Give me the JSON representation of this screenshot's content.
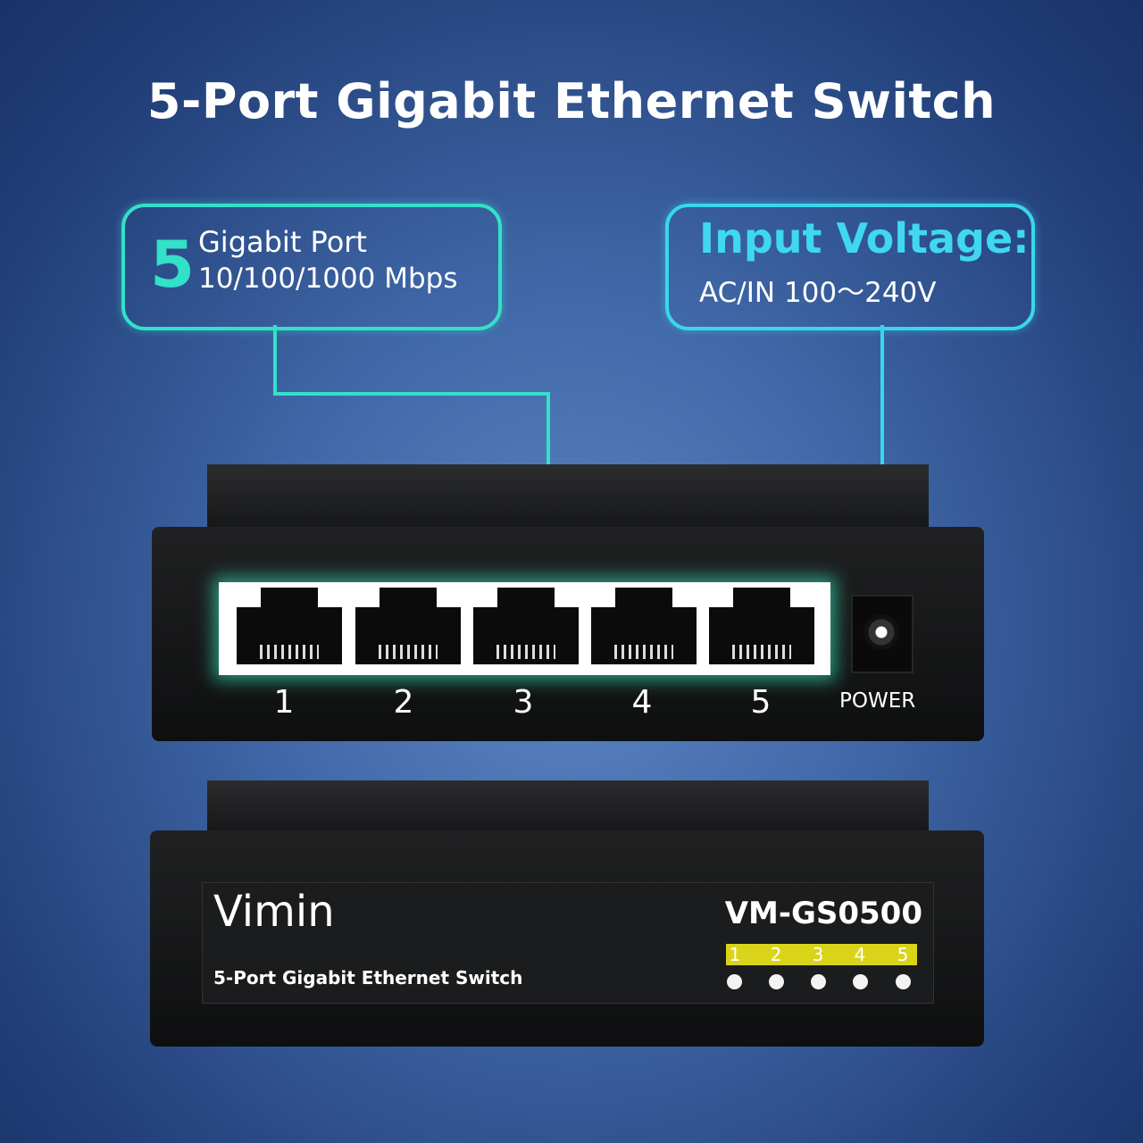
{
  "title": "5-Port Gigabit Ethernet Switch",
  "callout_ports": {
    "count": "5",
    "line1": "Gigabit Port",
    "line2": "10/100/1000 Mbps"
  },
  "callout_power": {
    "title": "Input Voltage:",
    "value": "AC/IN 100～240V"
  },
  "ports": [
    "1",
    "2",
    "3",
    "4",
    "5"
  ],
  "power_label": "POWER",
  "back": {
    "brand": "Vimin",
    "subtitle": "5-Port Gigabit Ethernet Switch",
    "model": "VM-GS0500",
    "leds": [
      "1",
      "2",
      "3",
      "4",
      "5"
    ]
  },
  "colors": {
    "accent_teal": "#33e0c8",
    "accent_cyan": "#3fd8f0",
    "led_yellow": "#d9d41a"
  }
}
